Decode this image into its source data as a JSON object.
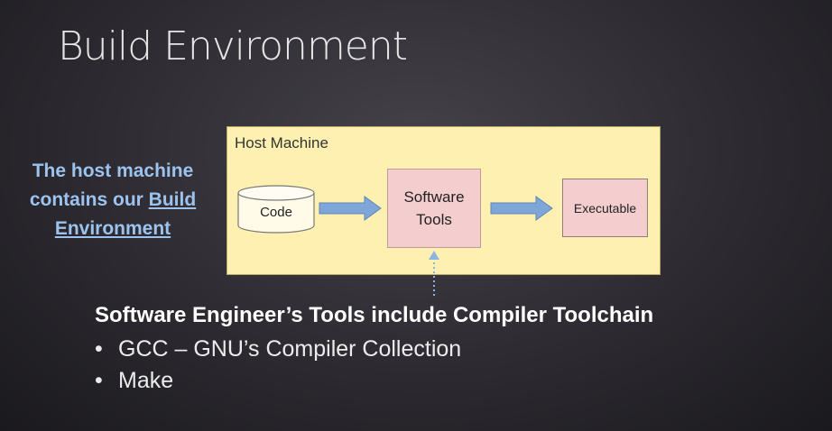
{
  "slide": {
    "title": "Build Environment",
    "side_note": {
      "line1": "The host machine",
      "line2_prefix": "contains our ",
      "line2_link": "Build",
      "line3_link": "Environment"
    },
    "diagram": {
      "host_label": "Host Machine",
      "code_label": "Code",
      "tools_label": "Software Tools",
      "executable_label": "Executable",
      "colors": {
        "host_fill": "#fdf0b0",
        "box_fill": "#f4cdcf",
        "arrow": "#7ea6d9",
        "note": "#9cc3ee"
      }
    },
    "heading": "Software Engineer’s Tools include Compiler Toolchain",
    "bullets": [
      {
        "bullet": "•",
        "text": "GCC – GNU’s Compiler Collection"
      },
      {
        "bullet": "•",
        "text": "Make"
      }
    ]
  }
}
